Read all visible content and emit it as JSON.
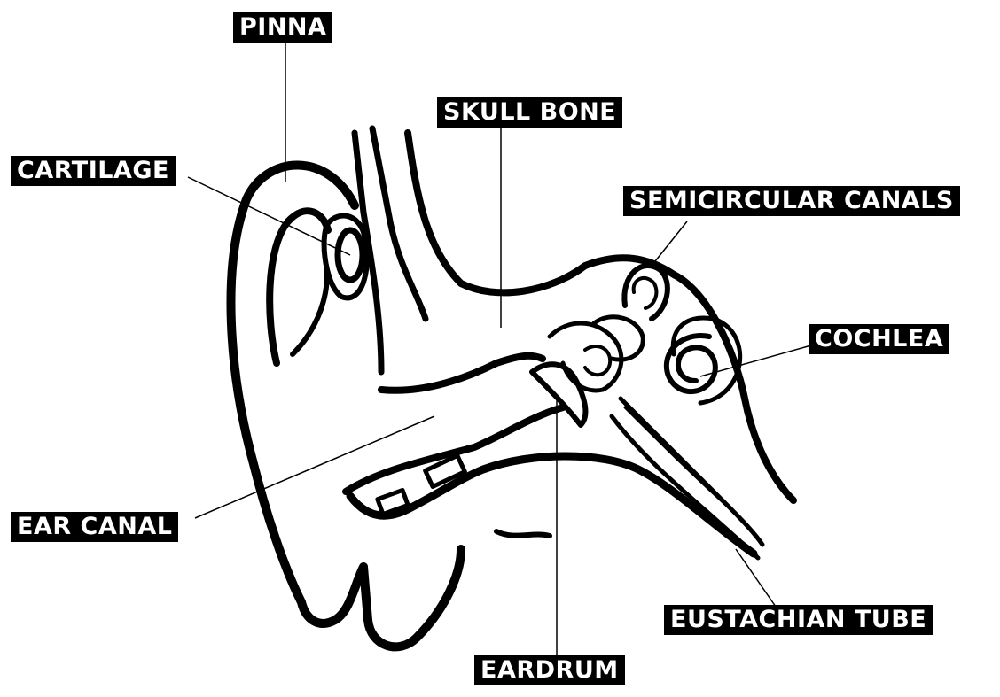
{
  "labels": {
    "pinna": "PINNA",
    "cartilage": "CARTILAGE",
    "skull_bone": "SKULL BONE",
    "semicircular_canals": "SEMICIRCULAR CANALS",
    "cochlea": "COCHLEA",
    "ear_canal": "EAR CANAL",
    "eustachian_tube": "EUSTACHIAN TUBE",
    "eardrum": "EARDRUM"
  },
  "colors": {
    "ink": "#000000",
    "label_text": "#ffffff",
    "background": "#ffffff"
  }
}
